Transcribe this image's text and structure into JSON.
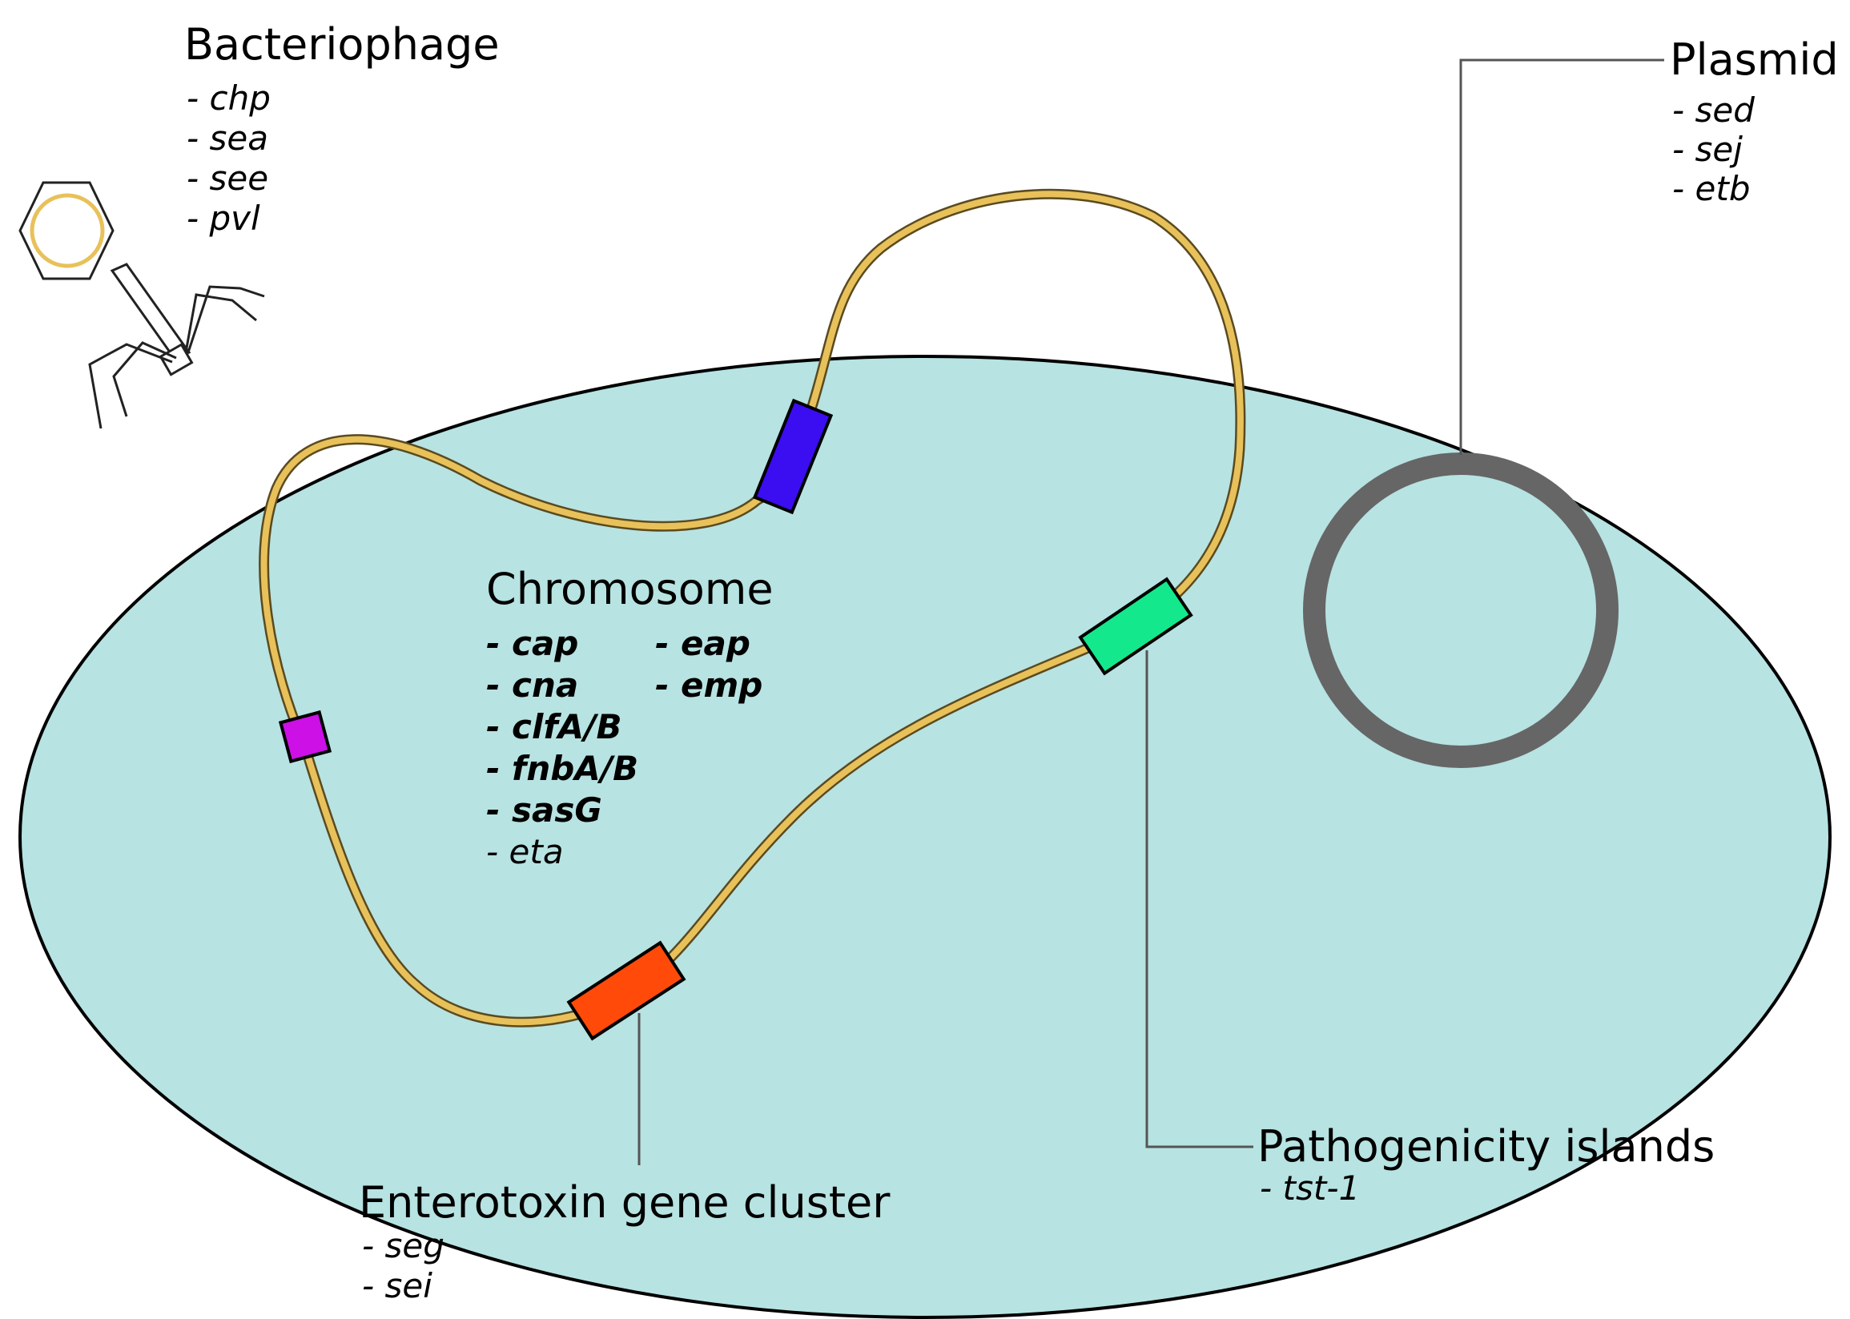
{
  "bacteriophage": {
    "title": "Bacteriophage",
    "genes": [
      "- chp",
      "- sea",
      "- see",
      "- pvl"
    ]
  },
  "plasmid": {
    "title": "Plasmid",
    "genes": [
      "- sed",
      "- sej",
      "- etb"
    ]
  },
  "chromosome": {
    "title": "Chromosome",
    "genes_col1": [
      "- cap",
      "- cna",
      "- clfA/B",
      "- fnbA/B",
      "- sasG"
    ],
    "genes_col2": [
      "- eap",
      "- emp"
    ],
    "gene_plain": "- eta"
  },
  "pathogenicity_islands": {
    "title": "Pathogenicity islands",
    "genes": [
      "- tst-1"
    ]
  },
  "enterotoxin_gene_cluster": {
    "title": "Enterotoxin gene cluster",
    "genes": [
      "- seg",
      "- sei"
    ]
  },
  "colors": {
    "cell_fill": "#b7e3e2",
    "chromosome_strand": "#e8c15a",
    "plasmid_ring": "#666666",
    "segment_blue": "#3a0ef0",
    "segment_green": "#14e88c",
    "segment_magenta": "#cc10e6",
    "segment_orange": "#ff4a0a"
  }
}
